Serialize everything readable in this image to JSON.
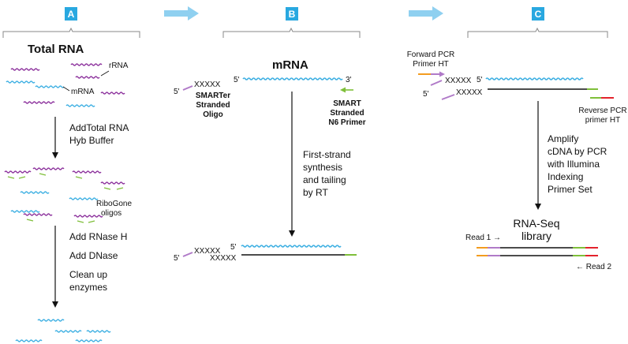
{
  "colors": {
    "badge": "#29a8e0",
    "arrow_light": "#8fd0f0",
    "rna_blue": "#3aaee2",
    "rrna_purple": "#8a2d9a",
    "oligo_purple": "#b07ac8",
    "primer_green": "#7fbf3a",
    "orange": "#f39c1f",
    "red": "#e3232c",
    "black": "#111111",
    "bracket": "#888888"
  },
  "panels": {
    "a": {
      "letter": "A",
      "title": "Total RNA",
      "rrna_label": "rRNA",
      "mrna_label": "mRNA",
      "step1": [
        "AddTotal RNA",
        "Hyb Buffer"
      ],
      "ribogone_label": [
        "RiboGone",
        "oligos"
      ],
      "step2": [
        "Add RNase H",
        "Add DNase",
        "Clean up",
        "enzymes"
      ]
    },
    "b": {
      "letter": "B",
      "title": "mRNA",
      "oligo_label": [
        "SMARTer",
        "Stranded",
        "Oligo"
      ],
      "primer_label": [
        "SMART",
        "Stranded",
        "N6 Primer"
      ],
      "step": [
        "First-strand",
        "synthesis",
        "and tailing",
        "by RT"
      ],
      "five_prime": "5'",
      "three_prime": "3'",
      "xxxxx": "XXXXX"
    },
    "c": {
      "letter": "C",
      "forward_label": [
        "Forward PCR",
        "Primer HT"
      ],
      "reverse_label": [
        "Reverse PCR",
        "primer HT"
      ],
      "step": [
        "Amplify",
        "cDNA by PCR",
        "with Illumina",
        "Indexing",
        "Primer Set"
      ],
      "library_label": [
        "RNA-Seq",
        "library"
      ],
      "read1": "Read 1 →",
      "read2": "← Read 2"
    }
  }
}
